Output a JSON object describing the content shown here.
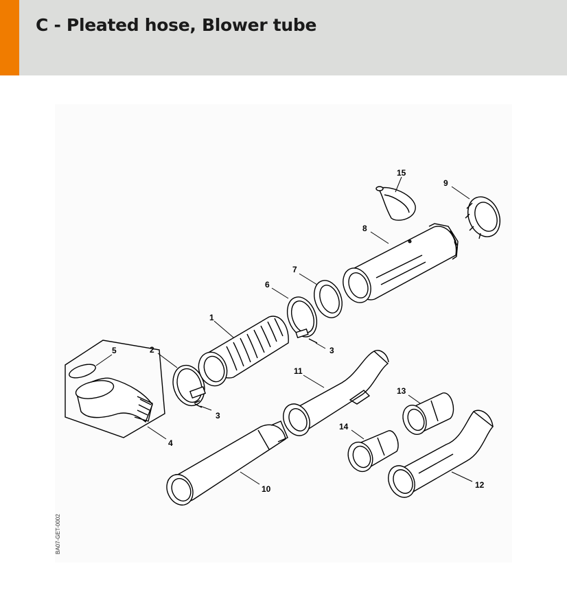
{
  "header": {
    "title": "C - Pleated hose, Blower tube",
    "accent_color": "#f07c00",
    "background_color": "#dcdddb"
  },
  "figure": {
    "reference_code": "BA07-GET-0002",
    "callouts": [
      "1",
      "2",
      "3",
      "3",
      "4",
      "5",
      "6",
      "7",
      "8",
      "9",
      "10",
      "11",
      "12",
      "13",
      "14",
      "15"
    ]
  }
}
